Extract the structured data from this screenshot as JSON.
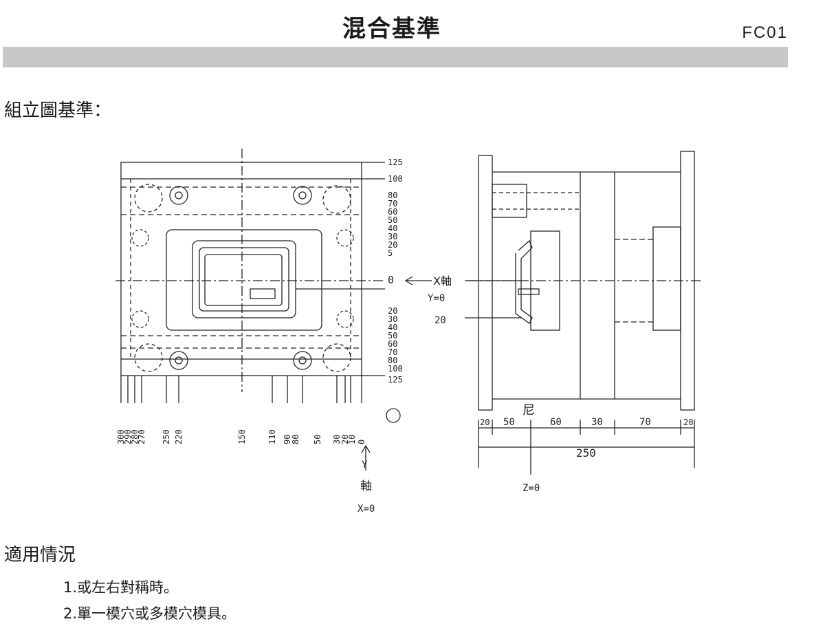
{
  "header": {
    "title": "混合基準",
    "code": "FC01"
  },
  "section": {
    "title": "組立圖基準："
  },
  "figure": {
    "front_right_labels": [
      "125",
      "100",
      "80",
      "70",
      "60",
      "50",
      "40",
      "30",
      "20",
      "5"
    ],
    "front_origin_label": "0",
    "front_right_labels_lower": [
      "20",
      "30",
      "40",
      "50",
      "60",
      "70",
      "80",
      "100",
      "125"
    ],
    "front_bottom_labels": [
      "300",
      "290",
      "280",
      "270",
      "250",
      "220",
      "150",
      "110",
      "90",
      "80",
      "50",
      "30",
      "20",
      "10",
      "0"
    ],
    "x_axis_label": "X軸",
    "y_eq_zero": "Y=0",
    "dim_20": "20",
    "y_axis_label": "Y",
    "y_axis_char": "軸",
    "x_eq_zero": "X=0",
    "side_bottom_labels": [
      "20",
      "50",
      "60",
      "30",
      "70",
      "20"
    ],
    "side_total": "250",
    "z_eq_zero": "Z=0",
    "side_mark": "尼"
  },
  "usage": {
    "title": "適用情況",
    "items": [
      "1.或左右對稱時。",
      "2.單一模穴或多模穴模具。"
    ]
  }
}
